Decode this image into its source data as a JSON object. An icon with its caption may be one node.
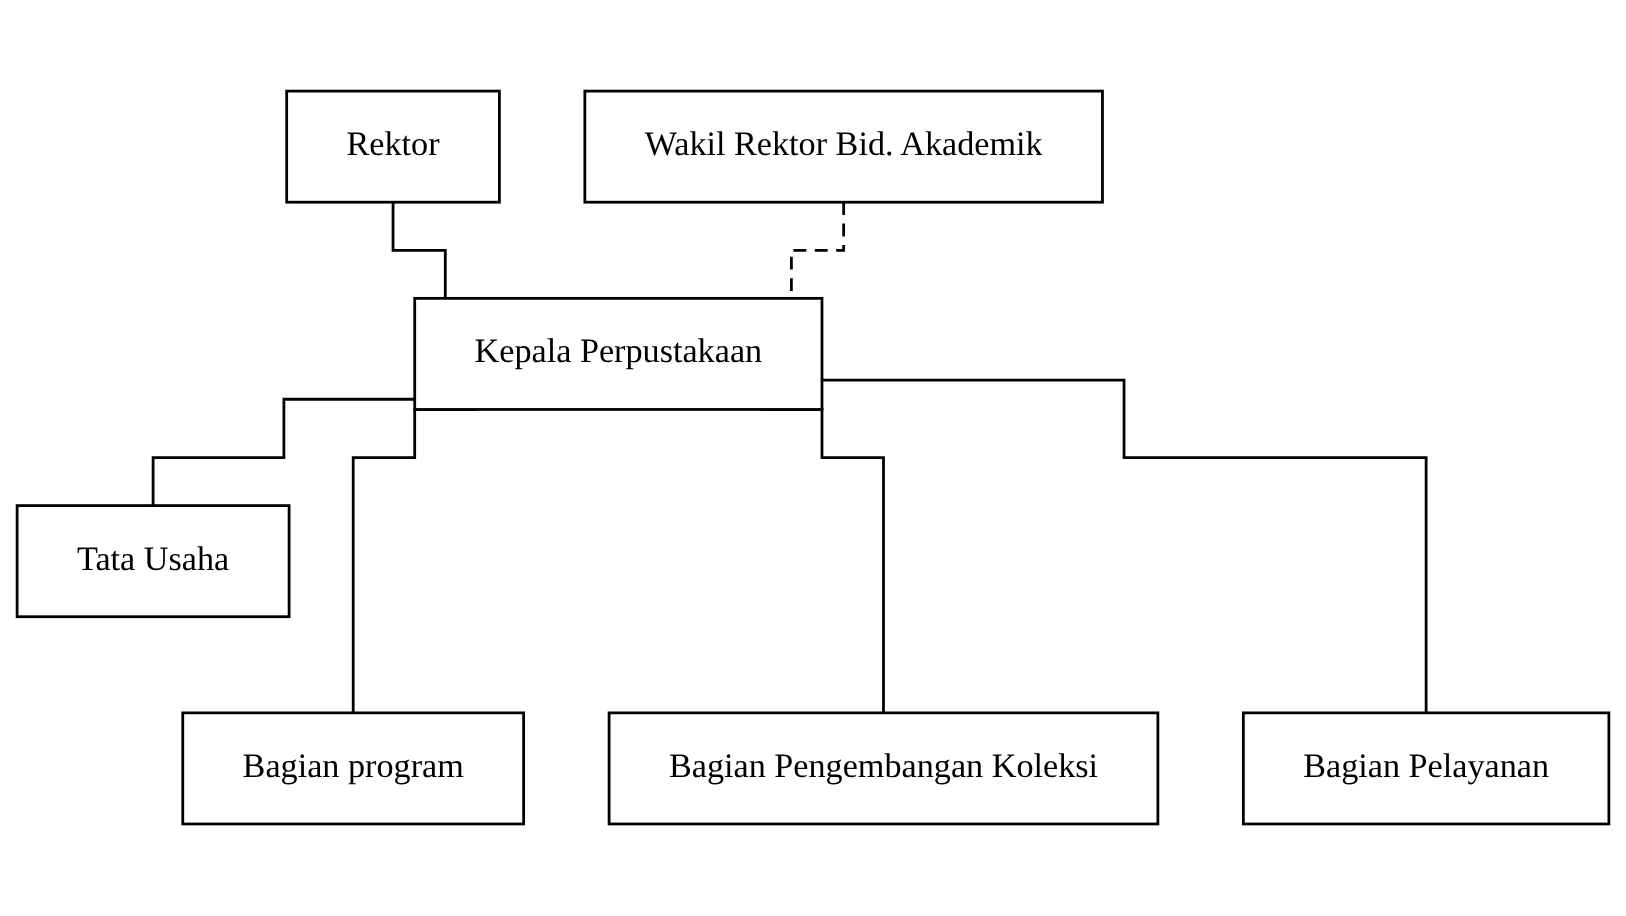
{
  "diagram": {
    "nodes": [
      {
        "text": [
          "Rektor"
        ]
      },
      {
        "text": [
          "Wakil Rektor Bid. Akademik"
        ]
      },
      {
        "text": [
          "Kepala Perpustakaan"
        ]
      },
      {
        "text": [
          "Tata Usaha"
        ]
      },
      {
        "text": [
          "Bagian program"
        ]
      },
      {
        "text": [
          "Bagian Pengembangan Koleksi"
        ]
      },
      {
        "text": [
          "Bagian Pelayanan"
        ]
      }
    ],
    "edges": [
      {
        "from": 0,
        "to": 2,
        "arrow": "none"
      },
      {
        "from": 1,
        "to": 2,
        "arrow": "none",
        "style": "dashed"
      },
      {
        "from": 2,
        "to": 3,
        "arrow": "none"
      },
      {
        "from": 2,
        "to": 4,
        "arrow": "none"
      },
      {
        "from": 2,
        "to": 5,
        "arrow": "none"
      },
      {
        "from": 2,
        "to": 6,
        "arrow": "none"
      }
    ]
  }
}
